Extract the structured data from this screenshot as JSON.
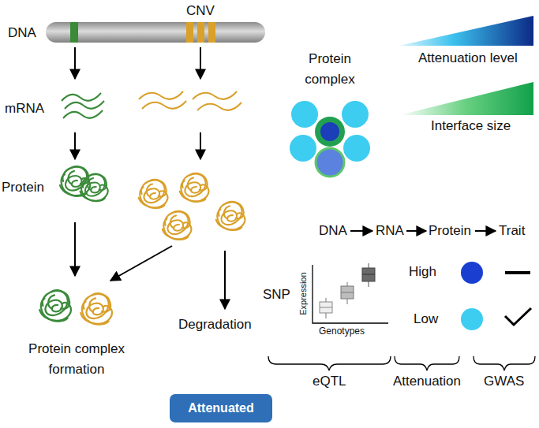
{
  "diagram": {
    "nodes": [
      {
        "text": [
          "Attenuated"
        ]
      }
    ],
    "labels": [
      "DNA",
      "CNV",
      "mRNA",
      "Protein",
      "Protein complex formation",
      "Degradation",
      "Protein complex",
      "Attenuation level",
      "Interface size",
      "DNA",
      "RNA",
      "Protein",
      "Trait",
      "SNP",
      "Expression",
      "Genotypes",
      "High",
      "Low",
      "eQTL",
      "Attenuation",
      "GWAS"
    ]
  }
}
